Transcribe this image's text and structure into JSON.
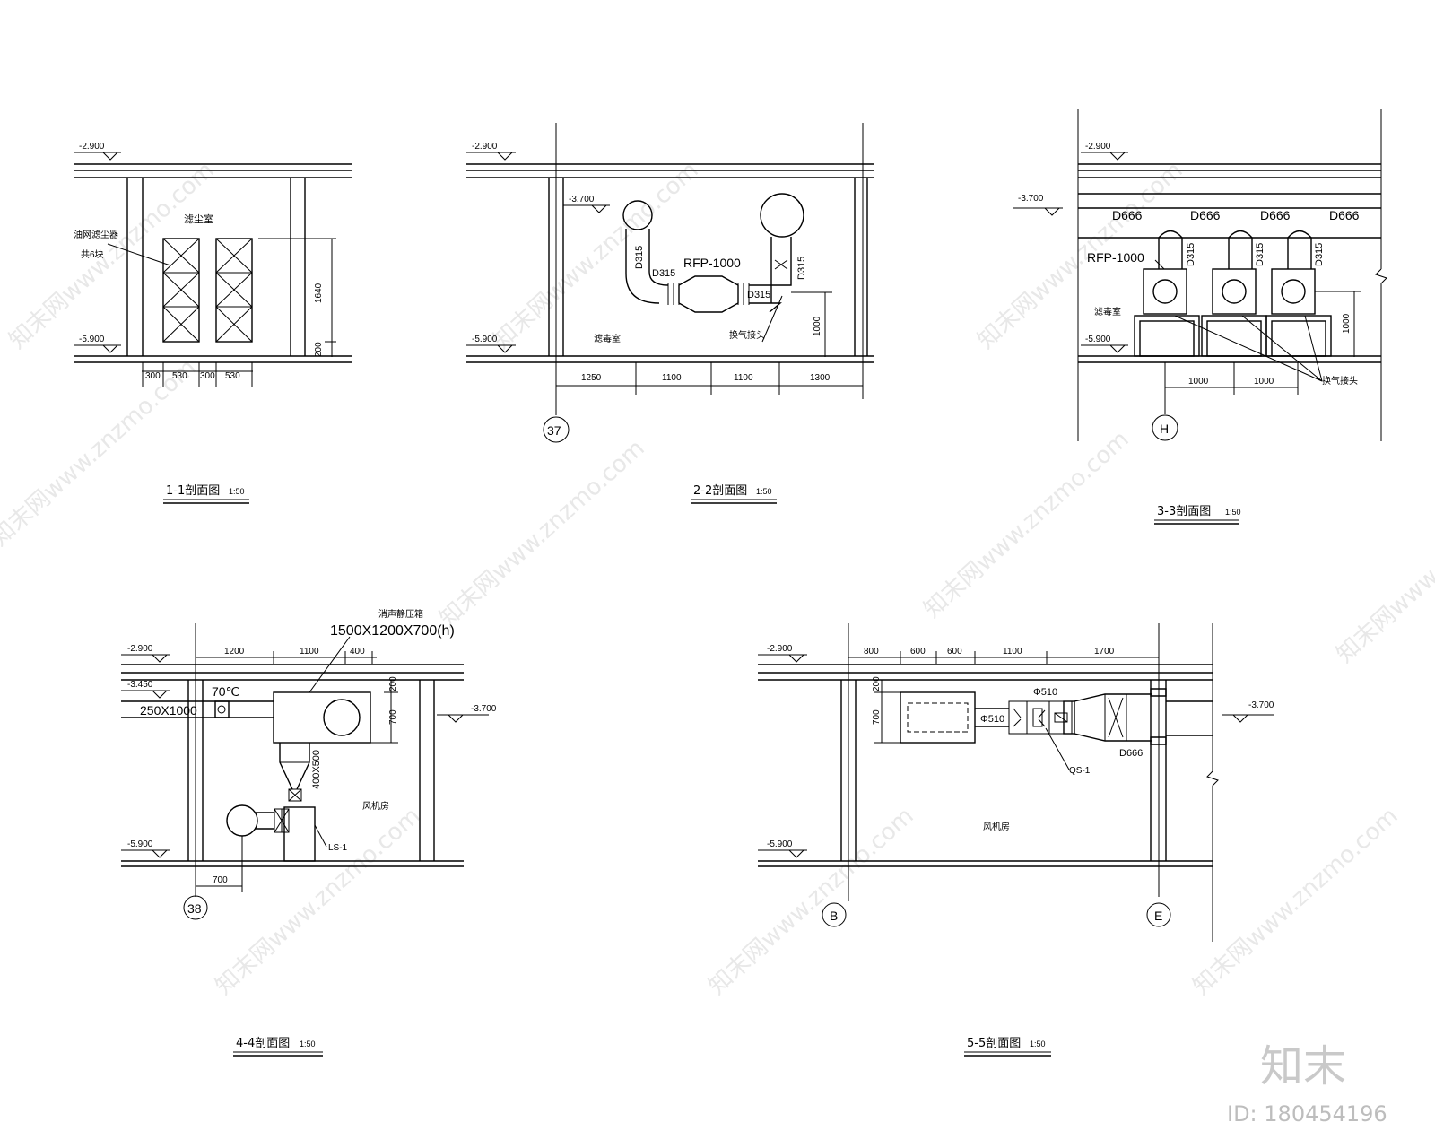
{
  "watermark": {
    "text": "知末网www.znzmo.com"
  },
  "brand": {
    "logo": "知末",
    "id": "ID: 180454196"
  },
  "s1": {
    "title": "1-1剖面图",
    "scale": "1:50",
    "lv1": "-2.900",
    "lv2": "-5.900",
    "room": "滤尘室",
    "filter": "油网滤尘器",
    "count": "共6块",
    "dims": [
      "300",
      "530",
      "300",
      "530"
    ],
    "vd1": "1640",
    "vd2": "200"
  },
  "s2": {
    "title": "2-2剖面图",
    "scale": "1:50",
    "lv1": "-2.900",
    "lv2": "-5.900",
    "lv3": "-3.700",
    "d1": "D315",
    "d2": "D315",
    "d3": "D315",
    "d4": "D315",
    "rfp": "RFP-1000",
    "vent": "换气接头",
    "room": "滤毒室",
    "vd": "1000",
    "dims": [
      "1250",
      "1100",
      "1100",
      "1300"
    ],
    "axis": "37"
  },
  "s3": {
    "title": "3-3剖面图",
    "scale": "1:50",
    "lv1": "-2.900",
    "lv2": "-3.700",
    "lv3": "-5.900",
    "dd": [
      "D666",
      "D666",
      "D666",
      "D666"
    ],
    "rfp": "RFP-1000",
    "ds": [
      "D315",
      "D315",
      "D315"
    ],
    "room": "滤毒室",
    "vent": "换气接头",
    "vd": "1000",
    "dims": [
      "1000",
      "1000"
    ],
    "axis": "H"
  },
  "s4": {
    "title": "4-4剖面图",
    "scale": "1:50",
    "lv1": "-2.900",
    "lv2": "-3.450",
    "lv3": "-3.700",
    "lv4": "-5.900",
    "dims": [
      "1200",
      "1100",
      "400"
    ],
    "box_name": "消声静压箱",
    "box": "1500X1200X700(h)",
    "temp": "70℃",
    "duct": "250X1000",
    "duct2": "400X500",
    "vd1": "200",
    "vd2": "700",
    "room": "风机房",
    "ls": "LS-1",
    "hd": "700",
    "axis": "38"
  },
  "s5": {
    "title": "5-5剖面图",
    "scale": "1:50",
    "lv1": "-2.900",
    "lv2": "-3.700",
    "lv3": "-5.900",
    "dims": [
      "800",
      "600",
      "600",
      "1100",
      "1700"
    ],
    "phi1": "Φ510",
    "phi2": "Φ510",
    "vd1": "200",
    "vd2": "700",
    "qs": "QS-1",
    "d": "D666",
    "room": "风机房",
    "axis1": "B",
    "axis2": "E"
  }
}
